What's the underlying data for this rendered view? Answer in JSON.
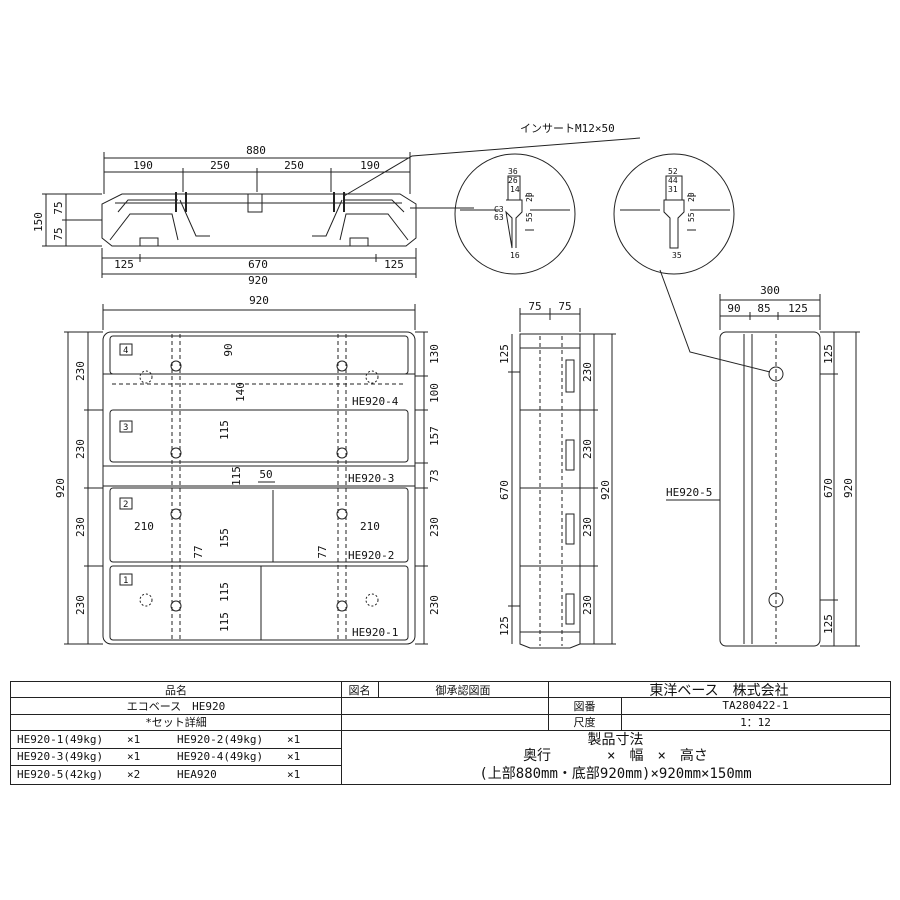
{
  "drawing": {
    "top_view": {
      "top_overall": "880",
      "top_segments": [
        "190",
        "250",
        "250",
        "190"
      ],
      "left_dims": [
        "150",
        "75",
        "75"
      ],
      "bottom_segments": [
        "125",
        "670",
        "125"
      ],
      "bottom_overall": "920",
      "insert_label": "インサートM12×50"
    },
    "detail_a": {
      "labels": [
        "36",
        "26",
        "14",
        "20",
        "55",
        "C3",
        "63",
        "16"
      ]
    },
    "detail_b": {
      "labels": [
        "52",
        "44",
        "31",
        "20",
        "55",
        "35"
      ]
    },
    "plan_view": {
      "overall_width": "920",
      "overall_height": "920",
      "left_dims": [
        "230",
        "230",
        "230",
        "230"
      ],
      "right_dims": [
        "130",
        "100",
        "157",
        "73",
        "230",
        "230"
      ],
      "block_numbers": [
        "4",
        "3",
        "2",
        "1"
      ],
      "block_labels": [
        "HE920-4",
        "HE920-3",
        "HE920-2",
        "HE920-1"
      ],
      "inner_dims": [
        "90",
        "140",
        "115",
        "115",
        "50",
        "210",
        "210",
        "155",
        "77",
        "77",
        "115",
        "115"
      ]
    },
    "side_view": {
      "top_dims": [
        "75",
        "75"
      ],
      "left_dims": [
        "125",
        "670",
        "125"
      ],
      "right_dims": [
        "230",
        "230",
        "230",
        "230"
      ],
      "overall": "920"
    },
    "end_view": {
      "top_overall": "300",
      "top_segments": [
        "90",
        "85",
        "125"
      ],
      "right_dims": [
        "125",
        "670",
        "125"
      ],
      "overall": "920",
      "part_label": "HE920-5"
    }
  },
  "title_block": {
    "product_name_header": "品名",
    "product_name": "エコベース　HE920",
    "set_detail": "*セット詳細",
    "parts": [
      [
        "HE920-1(49kg)",
        "×1",
        "HE920-2(49kg)",
        "×1"
      ],
      [
        "HE920-3(49kg)",
        "×1",
        "HE920-4(49kg)",
        "×1"
      ],
      [
        "HE920-5(42kg)",
        "×2",
        "HEA920",
        "×1"
      ]
    ],
    "drawing_name_label": "図名",
    "drawing_name": "御承認図面",
    "company": "東洋ベース　株式会社",
    "drawing_number_label": "図番",
    "drawing_number": "TA280422-1",
    "scale_label": "尺度",
    "scale": "1：12",
    "dims_title": "製品寸法",
    "dims_line1": "奥行　　　　×　幅　×　高さ",
    "dims_line2": "(上部880mm・底部920mm)×920mm×150mm"
  }
}
